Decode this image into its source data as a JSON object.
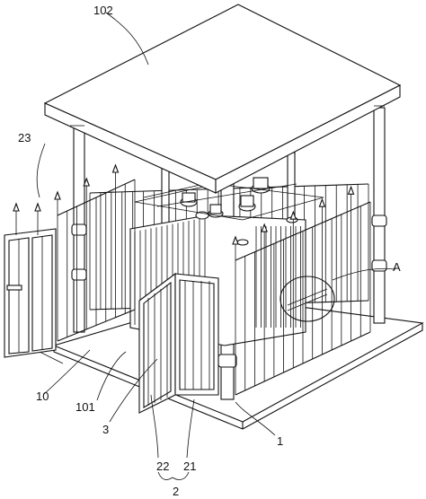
{
  "labels": {
    "roof": "102",
    "left_door": "23",
    "detail_marker": "A",
    "base": "10",
    "base_edge": "101",
    "hinge": "3",
    "front_door_left": "22",
    "front_door_right": "21",
    "front_door_group": "2",
    "fence_frame": "1"
  }
}
